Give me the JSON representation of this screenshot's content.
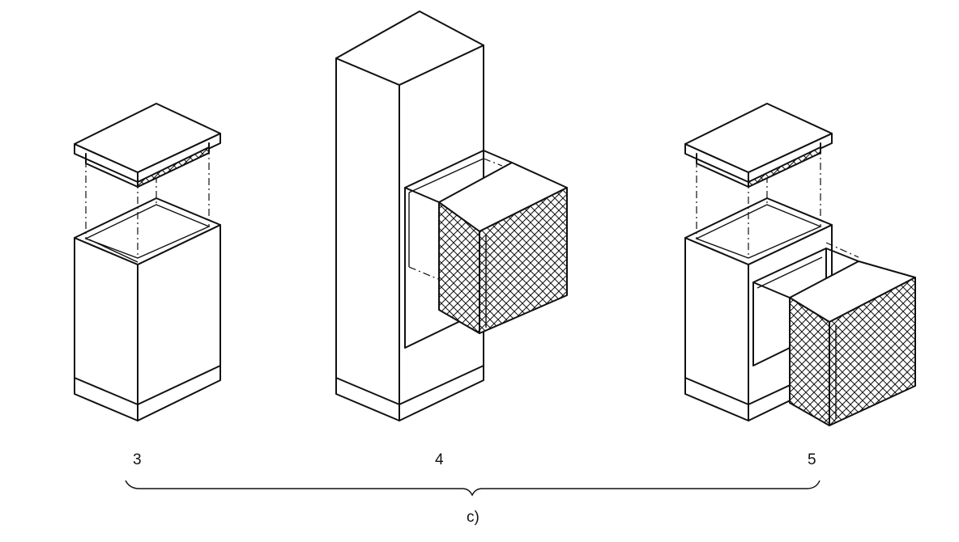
{
  "labels": {
    "item3": "3",
    "item4": "4",
    "item5": "5",
    "caption": "c)"
  },
  "colors": {
    "line": "#111111",
    "background": "#ffffff"
  }
}
